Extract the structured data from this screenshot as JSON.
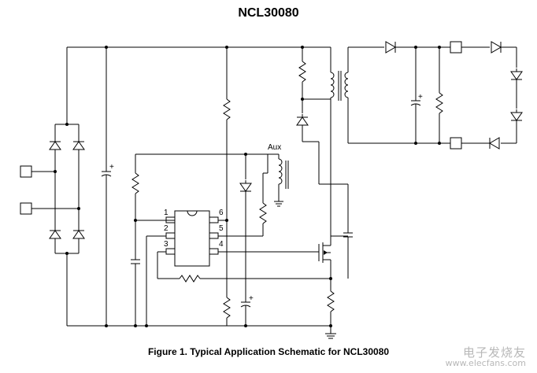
{
  "title": "NCL30080",
  "caption": "Figure 1. Typical Application Schematic for NCL30080",
  "labels": {
    "aux": "Aux",
    "pin1": "1",
    "pin2": "2",
    "pin3": "3",
    "pin4": "4",
    "pin5": "5",
    "pin6": "6",
    "cap_plus": "+"
  },
  "watermark": {
    "line1": "电子发烧友",
    "line2": "www.elecfans.com"
  }
}
